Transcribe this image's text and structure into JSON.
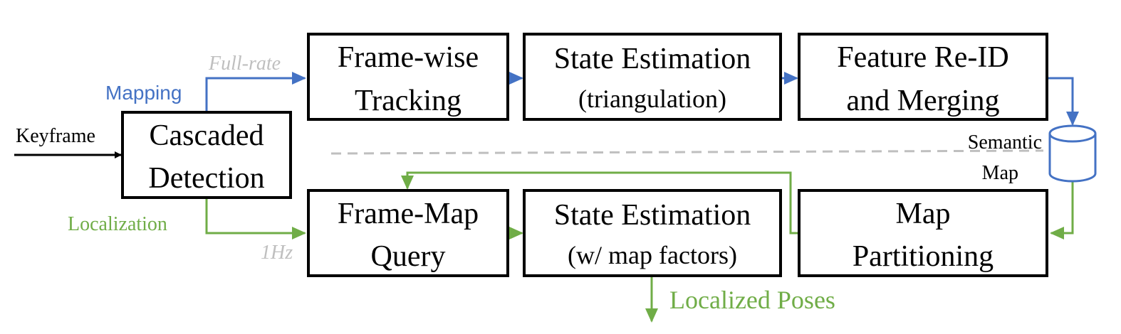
{
  "colors": {
    "mapping": "#4472C4",
    "localization": "#70AD47",
    "rate_label": "#BFBFBF",
    "divider": "#BFBFBF",
    "box_border": "#000000"
  },
  "inputs": {
    "keyframe": "Keyframe"
  },
  "nodes": {
    "cascaded_detection": {
      "line1": "Cascaded",
      "line2": "Detection"
    },
    "frame_wise_tracking": {
      "line1": "Frame-wise",
      "line2": "Tracking"
    },
    "state_estimation_mapping": {
      "line1": "State Estimation",
      "line2": "(triangulation)"
    },
    "feature_reid": {
      "line1": "Feature Re-ID",
      "line2": "and Merging"
    },
    "semantic_map": {
      "line1": "Semantic",
      "line2": "Map",
      "icon": "database-cylinder-icon"
    },
    "frame_map_query": {
      "line1": "Frame-Map",
      "line2": "Query"
    },
    "state_estimation_localization": {
      "line1": "State Estimation",
      "line2": "(w/ map factors)"
    },
    "map_partitioning": {
      "line1": "Map",
      "line2": "Partitioning"
    }
  },
  "edge_labels": {
    "mapping": "Mapping",
    "full_rate": "Full-rate",
    "localization": "Localization",
    "one_hz": "1Hz",
    "localized_poses": "Localized Poses"
  }
}
